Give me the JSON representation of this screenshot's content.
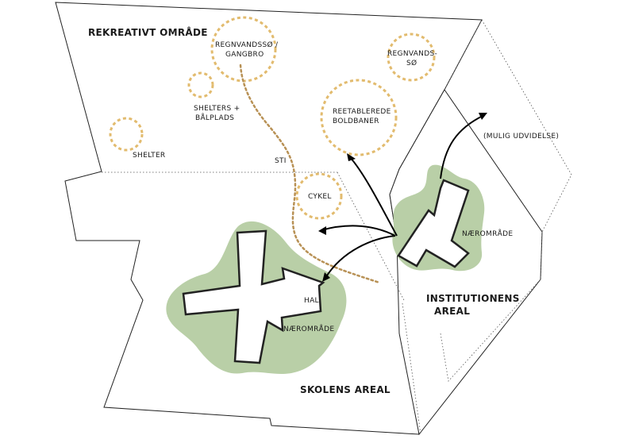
{
  "colors": {
    "green_zone": "#b9cfa7",
    "circle_dashed": "#e2bb6e",
    "path_dotted": "#b89155",
    "outline": "#222222",
    "arrow": "#000000"
  },
  "zones": {
    "recreational": "REKREATIVT OMRÅDE",
    "school": "SKOLENS AREAL",
    "institution_line1": "INSTITUTIONENS",
    "institution_line2": "AREAL",
    "expansion": "(MULIG UDVIDELSE)"
  },
  "circles": {
    "pond_gangway_line1": "REGNVANDSSØ /",
    "pond_gangway_line2": "GANGBRO",
    "pond_line1": "REGNVANDS-",
    "pond_line2": "SØ",
    "shelters_line1": "SHELTERS +",
    "shelters_line2": "BÅLPLADS",
    "shelter": "SHELTER",
    "fields_line1": "REETABLEREDE",
    "fields_line2": "BOLDBANER",
    "bike": "CYKEL"
  },
  "path_label": "STI",
  "buildings": {
    "school_hall": "HAL",
    "school_near": "NÆROMRÅDE",
    "institution_near": "NÆROMRÅDE"
  }
}
